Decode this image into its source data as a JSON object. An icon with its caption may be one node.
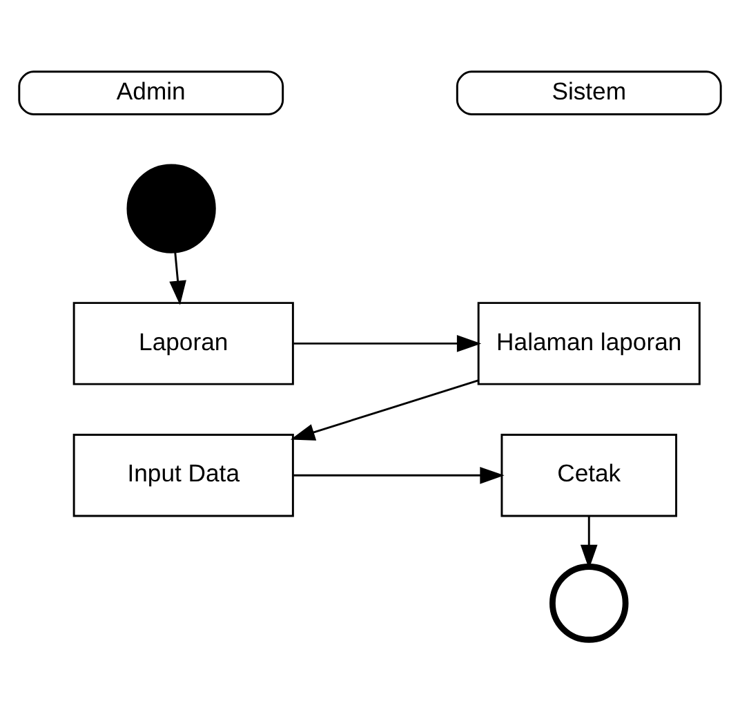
{
  "diagram": {
    "nodes": [
      {
        "text": [
          "Admin"
        ]
      },
      {
        "text": [
          "Sistem"
        ]
      },
      {
        "text": [],
        "shape": "circle"
      },
      {
        "text": [
          "Laporan"
        ]
      },
      {
        "text": [
          "Halaman laporan"
        ]
      },
      {
        "text": [
          "Input Data"
        ]
      },
      {
        "text": [
          "Cetak"
        ]
      },
      {
        "text": [],
        "shape": "circle"
      }
    ],
    "edges": [
      {
        "from": 2,
        "to": 3,
        "arrow": "to"
      },
      {
        "from": 3,
        "to": 4,
        "arrow": "to"
      },
      {
        "from": 4,
        "to": 5,
        "arrow": "to"
      },
      {
        "from": 5,
        "to": 6,
        "arrow": "to"
      },
      {
        "from": 6,
        "to": 7,
        "arrow": "to"
      }
    ]
  }
}
